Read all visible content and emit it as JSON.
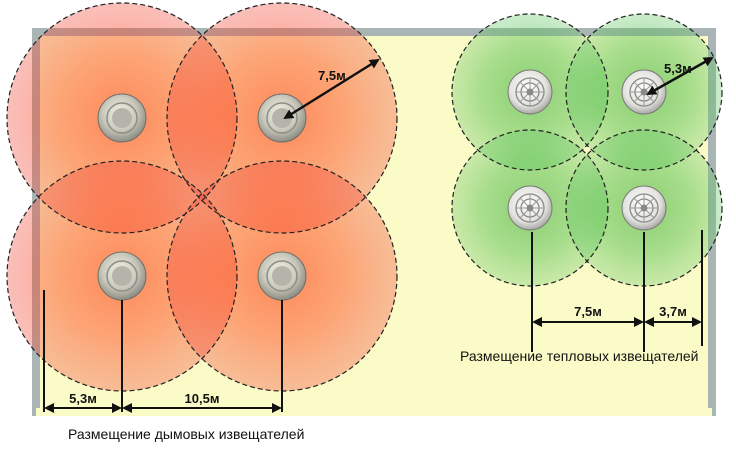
{
  "smoke": {
    "caption": "Размещение дымовых извещателей",
    "radius_label": "7,5м",
    "dim_wall": "5,3м",
    "dim_between": "10,5м",
    "radius_m": 7.5,
    "wall_distance_m": 5.3,
    "spacing_m": 10.5
  },
  "heat": {
    "caption": "Размещение тепловых извещателей",
    "radius_label": "5,3м",
    "dim_between": "7,5м",
    "dim_wall": "3,7м",
    "radius_m": 5.3,
    "spacing_m": 7.5,
    "wall_distance_m": 3.7
  },
  "colors": {
    "room_fill": "#fbfbc8",
    "room_border": "#a9b4b4",
    "smoke_zone": "#ff2a00",
    "heat_zone": "#2fb52f"
  }
}
